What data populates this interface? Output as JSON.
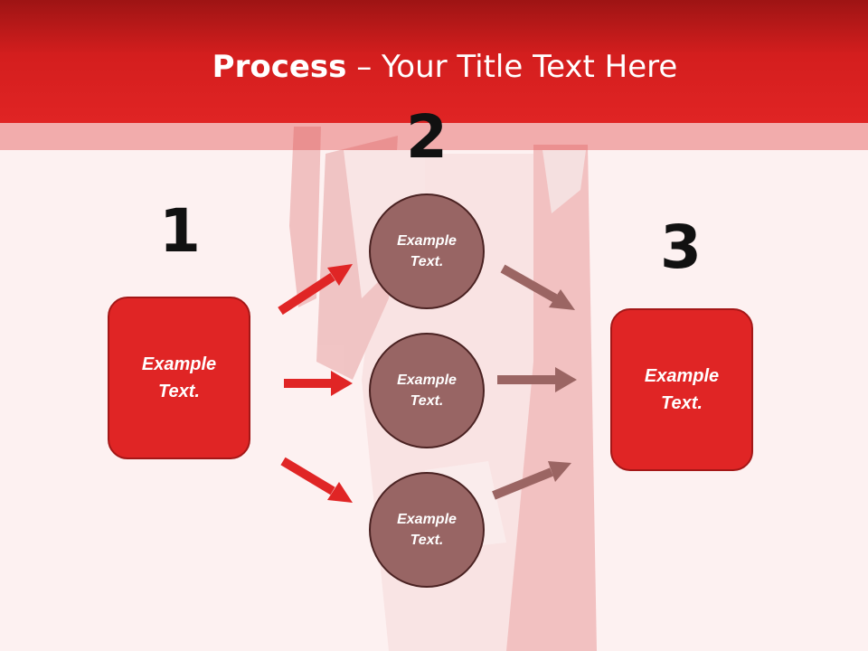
{
  "title": {
    "bold": "Process",
    "separator": " – ",
    "rest": "Your Title Text Here"
  },
  "steps": [
    {
      "number": "1",
      "nodes": [
        "Example Text."
      ]
    },
    {
      "number": "2",
      "nodes": [
        "Example Text.",
        "Example Text.",
        "Example Text."
      ]
    },
    {
      "number": "3",
      "nodes": [
        "Example Text."
      ]
    }
  ],
  "colors": {
    "header": "#d41e1e",
    "box": "#e02525",
    "circle": "#986564",
    "arrow_red": "#e02525",
    "arrow_brown": "#9b6563"
  }
}
